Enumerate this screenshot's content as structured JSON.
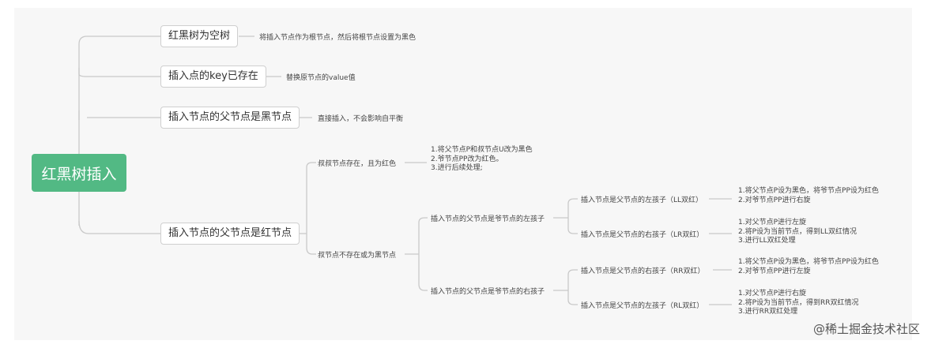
{
  "root": {
    "label": "红黑树插入"
  },
  "branches": [
    {
      "label": "红黑树为空树",
      "note": "将插入节点作为根节点，然后将根节点设置为黑色"
    },
    {
      "label": "插入点的key已存在",
      "note": "替换原节点的value值"
    },
    {
      "label": "插入节点的父节点是黑节点",
      "note": "直接插入，不会影响自平衡"
    },
    {
      "label": "插入节点的父节点是红节点",
      "uncle_red": {
        "label": "叔叔节点存在，且为红色",
        "steps": [
          "1.将父节点P和叔节点U改为黑色",
          "2.爷节点PP改为红色。",
          "3.进行后续处理;"
        ]
      },
      "uncle_black": {
        "label": "叔节点不存在或为黑节点",
        "left_child": {
          "label": "插入节点的父节点是爷节点的左孩子",
          "cases": [
            {
              "label": "插入节点是父节点的左孩子（LL双红）",
              "steps": [
                "1.将父节点P设为黑色，将爷节点PP设为红色",
                "2.对爷节点PP进行右旋"
              ]
            },
            {
              "label": "插入节点是父节点的右孩子（LR双红）",
              "steps": [
                "1.对父节点P进行左旋",
                "2.将P设为当前节点，得到LL双红情况",
                "3.进行LL双红处理"
              ]
            }
          ]
        },
        "right_child": {
          "label": "插入节点的父节点是爷节点的右孩子",
          "cases": [
            {
              "label": "插入节点是父节点的右孩子（RR双红）",
              "steps": [
                "1.将父节点P设为黑色，将爷节点PP设为红色",
                "2.对爷节点PP进行左旋"
              ]
            },
            {
              "label": "插入节点是父节点的左孩子（RL双红）",
              "steps": [
                "1.对父节点P进行右旋",
                "2.将P设为当前节点，得到RR双红情况",
                "3.进行RR双红处理"
              ]
            }
          ]
        }
      }
    }
  ],
  "watermark": "@稀土掘金技术社区",
  "colors": {
    "root": "#52b984",
    "line": "#c9c9c9",
    "background": "#f7f7f7"
  }
}
